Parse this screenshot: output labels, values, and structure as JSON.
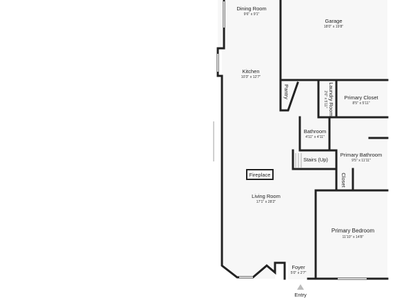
{
  "rooms": {
    "dining_room": {
      "name": "Dining Room",
      "size": "9'6\" x 9'1\""
    },
    "garage": {
      "name": "Garage",
      "size": "18'0\" x 19'8\""
    },
    "kitchen": {
      "name": "Kitchen",
      "size": "10'3\" x 12'7\""
    },
    "pantry": {
      "name": "Pantry"
    },
    "laundry_room": {
      "name": "Laundry Room",
      "size": "2'6\" x 5'11\""
    },
    "primary_closet": {
      "name": "Primary Closet",
      "size": "8'5\" x 5'11\""
    },
    "bathroom": {
      "name": "Bathroom",
      "size": "4'11\" x 4'11\""
    },
    "primary_bathroom": {
      "name": "Primary Bathroom",
      "size": "9'5\" x 11'11\""
    },
    "stairs": {
      "name": "Stairs (Up)"
    },
    "fireplace": {
      "name": "Fireplace"
    },
    "closet": {
      "name": "Closet"
    },
    "living_room": {
      "name": "Living Room",
      "size": "17'1\" x 28'2\""
    },
    "primary_bedroom": {
      "name": "Primary Bedroom",
      "size": "11'10\" x 14'8\""
    },
    "foyer": {
      "name": "Foyer",
      "size": "5'0\" x 2'7\""
    }
  },
  "entry": {
    "label": "Entry"
  },
  "colors": {
    "wall": "#222222",
    "floor": "#f7f7f7",
    "window": "#cfcfcf"
  }
}
